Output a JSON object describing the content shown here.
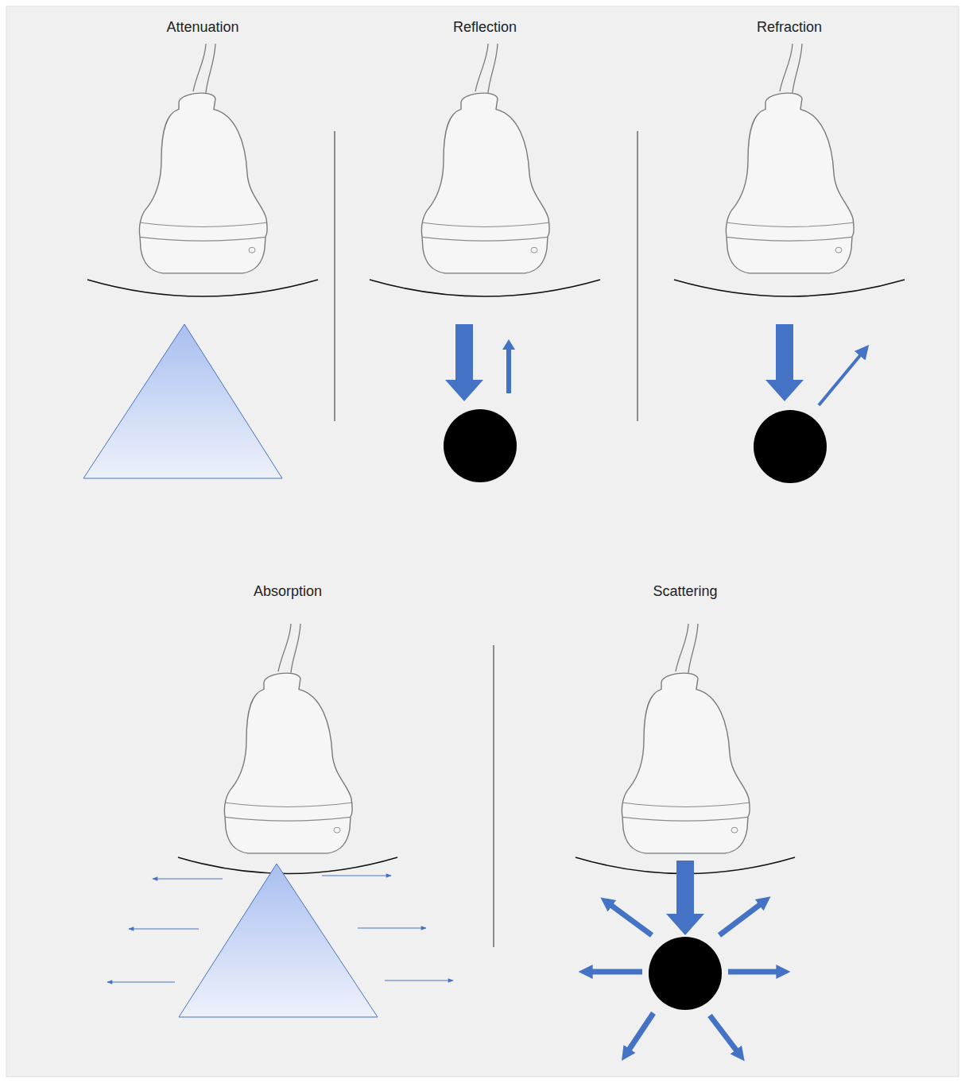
{
  "diagram": {
    "labels": [
      "Attenuation",
      "Reflection",
      "Refraction",
      "Absorption",
      "Scattering"
    ]
  }
}
